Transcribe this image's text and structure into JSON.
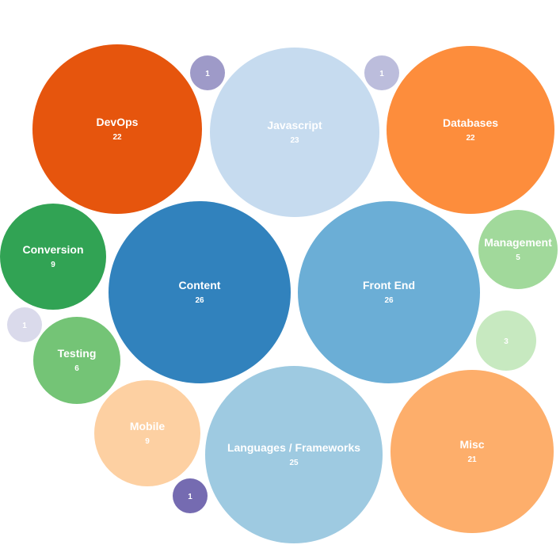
{
  "chart_data": {
    "type": "bubble",
    "bubbles": [
      {
        "name": "DevOps",
        "value": 22,
        "color": "#e6550d"
      },
      {
        "name": "Javascript",
        "value": 23,
        "color": "#c6dbef"
      },
      {
        "name": "Databases",
        "value": 22,
        "color": "#fd8d3c"
      },
      {
        "name": "Conversion",
        "value": 9,
        "color": "#31a354"
      },
      {
        "name": "Content",
        "value": 26,
        "color": "#3182bd"
      },
      {
        "name": "Front End",
        "value": 26,
        "color": "#6baed6"
      },
      {
        "name": "Management",
        "value": 5,
        "color": "#a1d99b"
      },
      {
        "name": "Testing",
        "value": 6,
        "color": "#74c476"
      },
      {
        "name": "Mobile",
        "value": 9,
        "color": "#fdd0a2"
      },
      {
        "name": "Languages / Frameworks",
        "value": 25,
        "color": "#9ecae1"
      },
      {
        "name": "Misc",
        "value": 21,
        "color": "#fdae6b"
      },
      {
        "name": "",
        "value": 3,
        "color": "#c7e9c0"
      },
      {
        "name": "",
        "value": 1,
        "color": "#9e9ac8"
      },
      {
        "name": "",
        "value": 1,
        "color": "#bcbddc"
      },
      {
        "name": "",
        "value": 1,
        "color": "#dadaeb"
      },
      {
        "name": "",
        "value": 1,
        "color": "#756bb1"
      }
    ]
  }
}
